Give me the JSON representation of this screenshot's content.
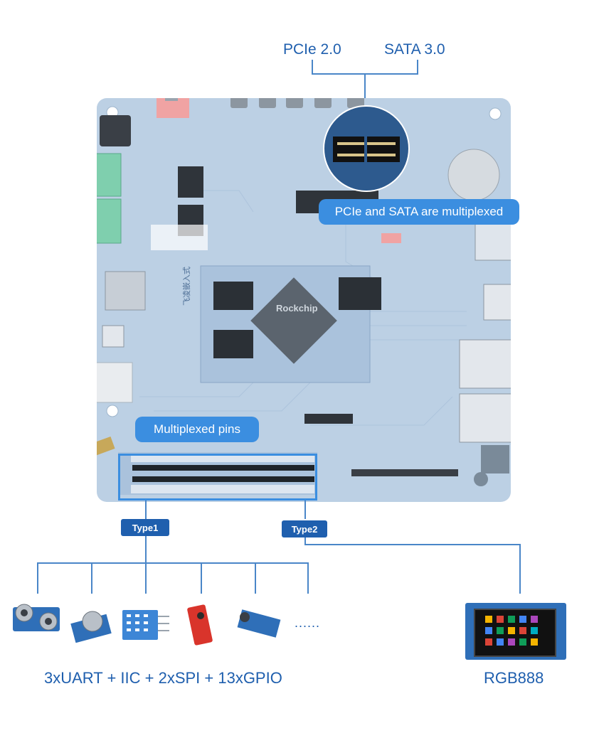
{
  "top_labels": {
    "pcie": "PCIe 2.0",
    "sata": "SATA 3.0"
  },
  "bubbles": {
    "multiplex_pcie_sata": "PCIe and SATA are multiplexed",
    "multiplexed_pins": "Multiplexed pins"
  },
  "tags": {
    "type1": "Type1",
    "type2": "Type2"
  },
  "bottom_labels": {
    "interfaces": "3xUART + IIC + 2xSPI + 13xGPIO",
    "display": "RGB888"
  },
  "ellipsis": "......",
  "board_silkscreen": {
    "brand": "飞凌嵌入式",
    "chip": "Rockchip"
  },
  "colors": {
    "accent": "#1f5fae",
    "bubble": "#3b8ee0",
    "board": "#bcd0e4"
  }
}
